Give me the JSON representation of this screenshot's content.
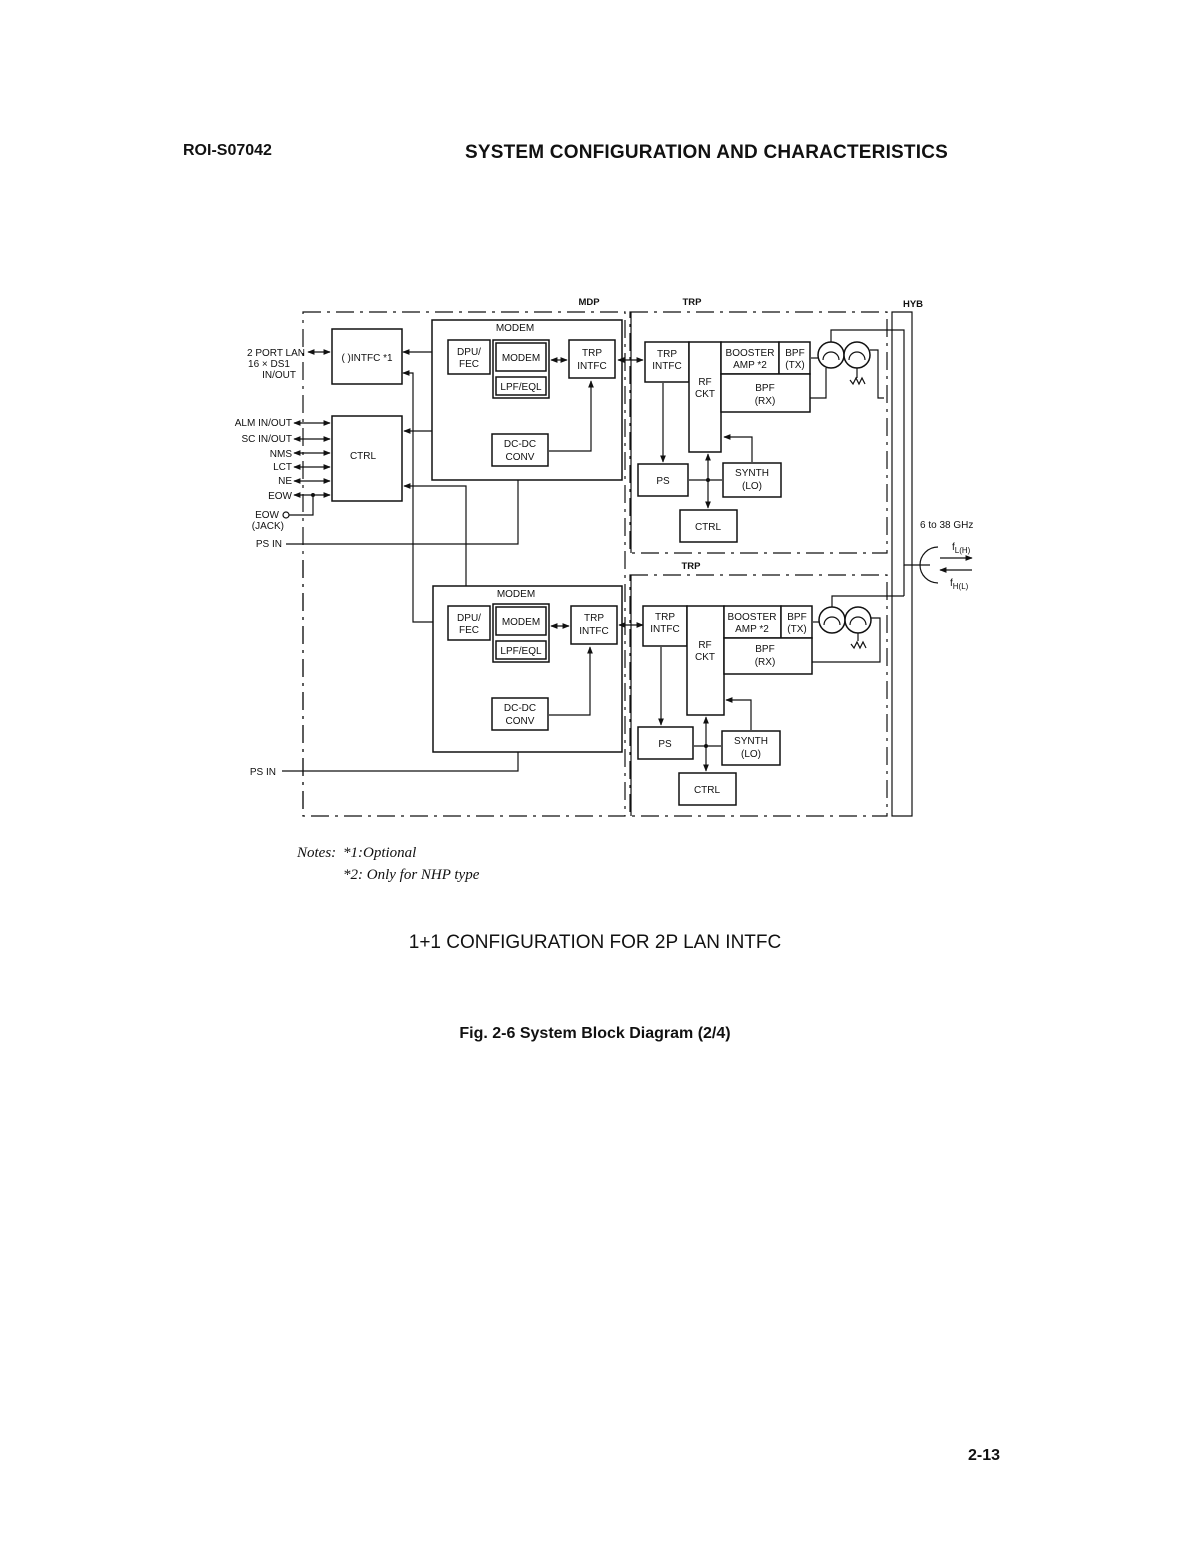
{
  "header": {
    "doc_id": "ROI-S07042",
    "title": "SYSTEM CONFIGURATION AND CHARACTERISTICS"
  },
  "diagram": {
    "section_labels": {
      "mdp": "MDP",
      "trp_top": "TRP",
      "trp_bottom": "TRP",
      "hyb": "HYB"
    },
    "modem_top": {
      "title": "MODEM",
      "dpu_fec": [
        "DPU/",
        "FEC"
      ],
      "modem": "MODEM",
      "lpf_eql": "LPF/EQL",
      "trp_intfc": [
        "TRP",
        "INTFC"
      ],
      "dc_dc_conv": [
        "DC-DC",
        "CONV"
      ]
    },
    "modem_bottom": {
      "title": "MODEM",
      "dpu_fec": [
        "DPU/",
        "FEC"
      ],
      "modem": "MODEM",
      "lpf_eql": "LPF/EQL",
      "trp_intfc": [
        "TRP",
        "INTFC"
      ],
      "dc_dc_conv": [
        "DC-DC",
        "CONV"
      ]
    },
    "intfc_box": "( )INTFC *1",
    "ctrl_box": "CTRL",
    "left_ports": {
      "lan": [
        "2 PORT LAN",
        "16 × DS1",
        "IN/OUT"
      ],
      "alm": "ALM IN/OUT",
      "sc": "SC IN/OUT",
      "nms": "NMS",
      "lct": "LCT",
      "ne": "NE",
      "eow": "EOW",
      "eow_jack": [
        "EOW",
        "(JACK)"
      ],
      "ps_in_top": "PS IN",
      "ps_in_bottom": "PS IN"
    },
    "trp_top": {
      "trp_intfc": [
        "TRP",
        "INTFC"
      ],
      "rf_ckt": [
        "RF",
        "CKT"
      ],
      "booster_amp": [
        "BOOSTER",
        "AMP *2"
      ],
      "bpf_tx": [
        "BPF",
        "(TX)"
      ],
      "bpf_rx": [
        "BPF",
        "(RX)"
      ],
      "ps": "PS",
      "synth": [
        "SYNTH",
        "(LO)"
      ],
      "ctrl": "CTRL"
    },
    "trp_bottom": {
      "trp_intfc": [
        "TRP",
        "INTFC"
      ],
      "rf_ckt": [
        "RF",
        "CKT"
      ],
      "booster_amp": [
        "BOOSTER",
        "AMP *2"
      ],
      "bpf_tx": [
        "BPF",
        "(TX)"
      ],
      "bpf_rx": [
        "BPF",
        "(RX)"
      ],
      "ps": "PS",
      "synth": [
        "SYNTH",
        "(LO)"
      ],
      "ctrl": "CTRL"
    },
    "antenna": {
      "band": "6 to 38 GHz",
      "f_tx": "f",
      "f_tx_sub": "L(H)",
      "f_rx": "f",
      "f_rx_sub": "H(L)"
    }
  },
  "notes": {
    "label": "Notes:",
    "note1": "*1:Optional",
    "note2": "*2: Only for NHP type"
  },
  "configuration_caption": "1+1 CONFIGURATION FOR 2P LAN INTFC",
  "figure_caption": "Fig. 2-6  System Block Diagram (2/4)",
  "page_number": "2-13"
}
